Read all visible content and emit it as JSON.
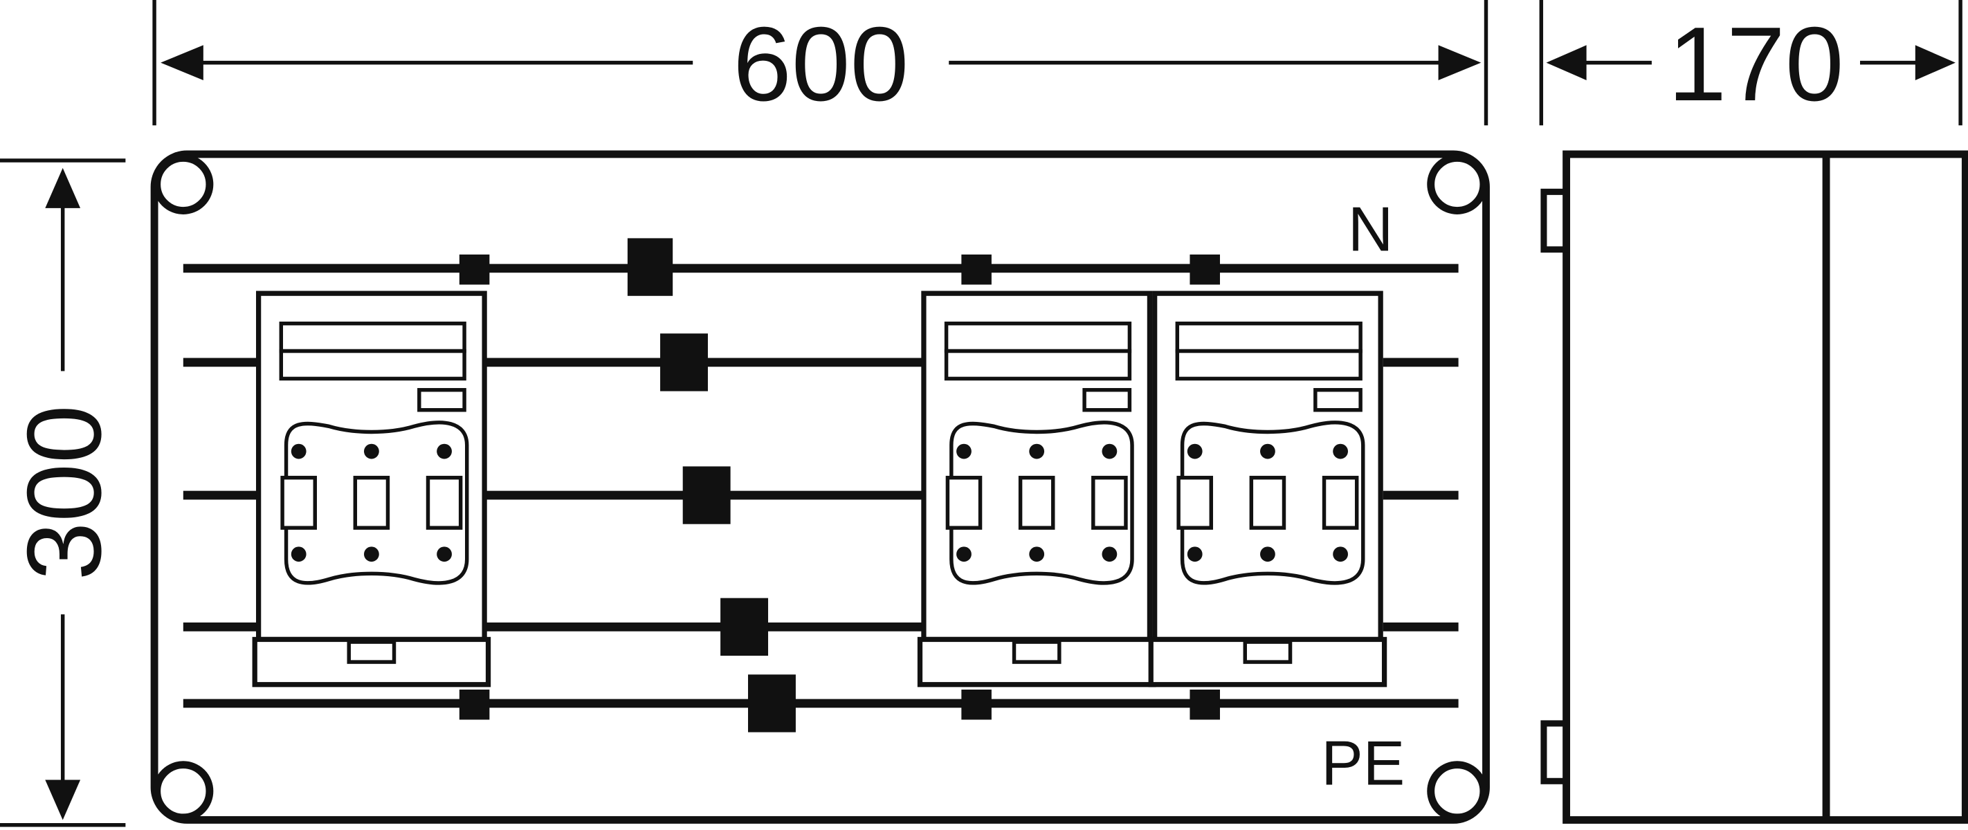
{
  "dimensions": {
    "width": "600",
    "depth": "170",
    "height": "300"
  },
  "busbar_labels": {
    "neutral": "N",
    "protective_earth": "PE"
  },
  "fuse_switch_count": 3,
  "colors": {
    "line": "#111111",
    "background": "#ffffff"
  }
}
